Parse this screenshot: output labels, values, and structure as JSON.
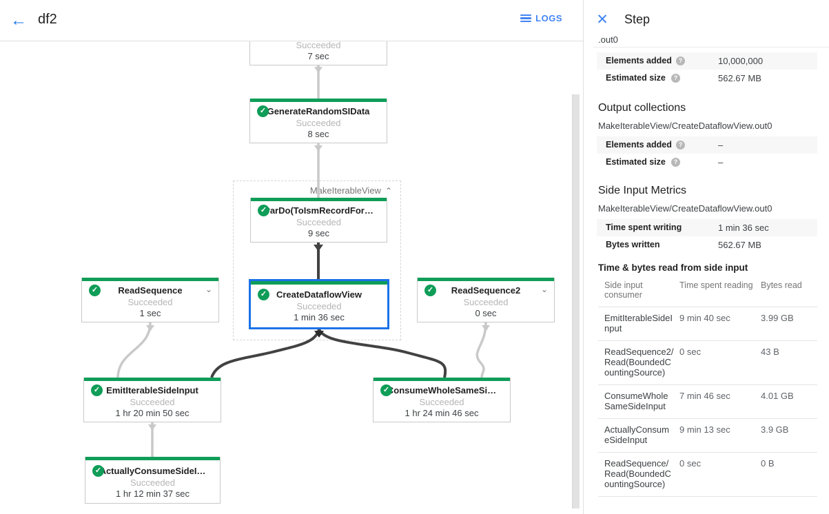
{
  "header": {
    "back_label": "←",
    "title": "df2",
    "logs_label": "LOGS"
  },
  "panel": {
    "close_label": "✕",
    "title": "Step",
    "clipped_collection_tail": ".out0",
    "input_rows": [
      {
        "label": "Elements added",
        "value": "10,000,000"
      },
      {
        "label": "Estimated size",
        "value": "562.67 MB"
      }
    ],
    "output_collections": {
      "heading": "Output collections",
      "collection": "MakeIterableView/CreateDataflowView.out0",
      "rows": [
        {
          "label": "Elements added",
          "value": "–"
        },
        {
          "label": "Estimated size",
          "value": "–"
        }
      ]
    },
    "side_input_metrics": {
      "heading": "Side Input Metrics",
      "collection": "MakeIterableView/CreateDataflowView.out0",
      "rows": [
        {
          "label": "Time spent writing",
          "value": "1 min 36 sec"
        },
        {
          "label": "Bytes written",
          "value": "562.67 MB"
        }
      ],
      "table": {
        "heading": "Time & bytes read from side input",
        "columns": {
          "c1": "Side input consumer",
          "c2": "Time spent reading",
          "c3": "Bytes read"
        },
        "rows": [
          {
            "consumer": "EmitIterableSideInput",
            "time": "9 min 40 sec",
            "bytes": "3.99 GB"
          },
          {
            "consumer": "ReadSequence2/Read(BoundedCountingSource)",
            "time": "0 sec",
            "bytes": "43 B"
          },
          {
            "consumer": "ConsumeWholeSameSideInput",
            "time": "7 min 46 sec",
            "bytes": "4.01 GB"
          },
          {
            "consumer": "ActuallyConsumeSideInput",
            "time": "9 min 13 sec",
            "bytes": "3.9 GB"
          },
          {
            "consumer": "ReadSequence/Read(BoundedCountingSource)",
            "time": "0 sec",
            "bytes": "0 B"
          }
        ]
      }
    }
  },
  "graph": {
    "group_label": "MakeIterableView",
    "group_collapse_caret": "⌃",
    "check_glyph": "✓",
    "chevron_glyph": "⌄",
    "nodes": [
      {
        "title": "",
        "status": "Succeeded",
        "duration": "7 sec"
      },
      {
        "title": "GenerateRandomSIData",
        "status": "Succeeded",
        "duration": "8 sec"
      },
      {
        "title": "ParDo(ToIsmRecordFor…",
        "status": "Succeeded",
        "duration": "9 sec"
      },
      {
        "title": "CreateDataflowView",
        "status": "Succeeded",
        "duration": "1 min 36 sec"
      },
      {
        "title": "ReadSequence",
        "status": "Succeeded",
        "duration": "1 sec"
      },
      {
        "title": "ReadSequence2",
        "status": "Succeeded",
        "duration": "0 sec"
      },
      {
        "title": "EmitIterableSideInput",
        "status": "Succeeded",
        "duration": "1 hr 20 min 50 sec"
      },
      {
        "title": "ConsumeWholeSameSi…",
        "status": "Succeeded",
        "duration": "1 hr 24 min 46 sec"
      },
      {
        "title": "ActuallyConsumeSideI…",
        "status": "Succeeded",
        "duration": "1 hr 12 min 37 sec"
      }
    ]
  },
  "colors": {
    "success_green": "#0f9d58",
    "selection_blue": "#1a73e8",
    "link_blue": "#4285f4",
    "edge_gray": "#c9c9c9",
    "edge_dark": "#424242"
  }
}
